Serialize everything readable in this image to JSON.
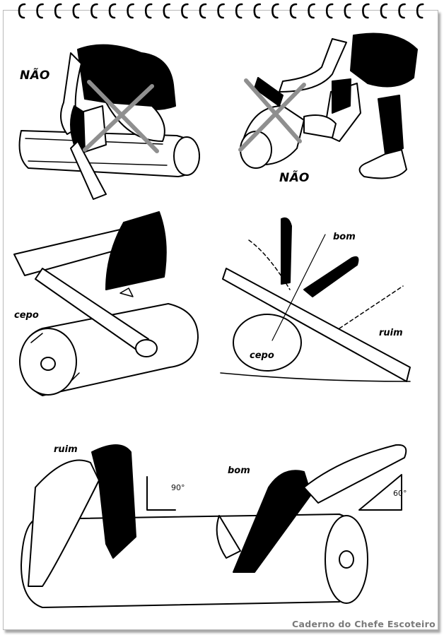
{
  "panels": {
    "top_left": {
      "label": "NÃO"
    },
    "top_right": {
      "label": "NÃO"
    },
    "middle_left": {
      "label": "cepo"
    },
    "middle_right": {
      "label_good": "bom",
      "label_bad": "ruim",
      "label_block": "cepo"
    },
    "bottom": {
      "label_bad": "ruim",
      "label_good": "bom",
      "angle_bad": "90°",
      "angle_good": "60°"
    }
  },
  "watermark": "Caderno do Chefe Escoteiro",
  "colors": {
    "cross": "#8f8f8f",
    "ink": "#000000",
    "paper": "#ffffff",
    "watermark": "#7a7a7a"
  }
}
